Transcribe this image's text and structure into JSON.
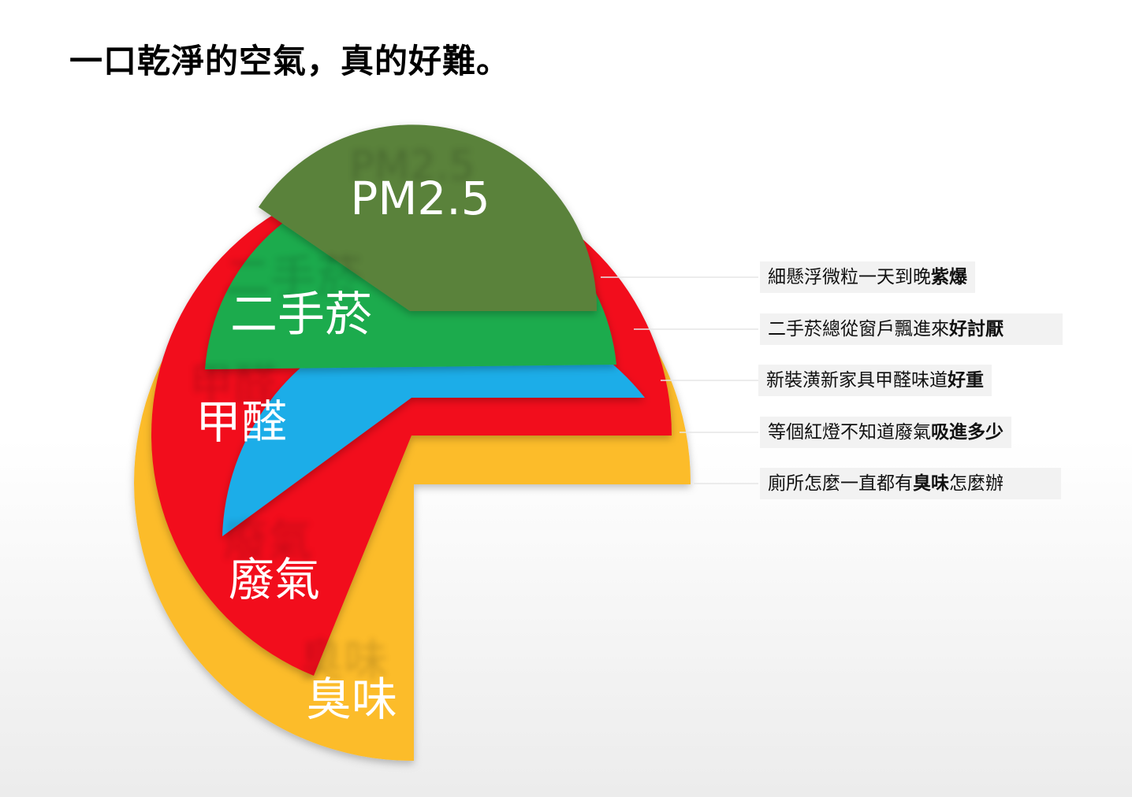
{
  "title": "一口乾淨的空氣，真的好難。",
  "colors": {
    "pm25": "#5a823a",
    "smoke": "#1fab4d",
    "formaldehyde": "#1fade8",
    "exhaust": "#f2101e",
    "odor": "#fcbc2c"
  },
  "segments": [
    {
      "id": "pm25",
      "label": "PM2.5"
    },
    {
      "id": "smoke",
      "label": "二手菸"
    },
    {
      "id": "formaldehyde",
      "label": "甲醛"
    },
    {
      "id": "exhaust",
      "label": "廢氣"
    },
    {
      "id": "odor",
      "label": "臭味"
    }
  ],
  "callouts": [
    {
      "id": "pm25",
      "text": "細懸浮微粒一天到晚",
      "bold": "紫爆",
      "after": ""
    },
    {
      "id": "smoke",
      "text": "二手菸總從窗戶飄進來",
      "bold": "好討厭",
      "after": ""
    },
    {
      "id": "formaldehyde",
      "text": "新裝潢新家具甲醛味道",
      "bold": "好重",
      "after": ""
    },
    {
      "id": "exhaust",
      "text": "等個紅燈不知道廢氣",
      "bold": "吸進多少",
      "after": ""
    },
    {
      "id": "odor",
      "text": "廁所怎麼一直都有",
      "bold": "臭味",
      "after": "怎麼辦"
    }
  ]
}
